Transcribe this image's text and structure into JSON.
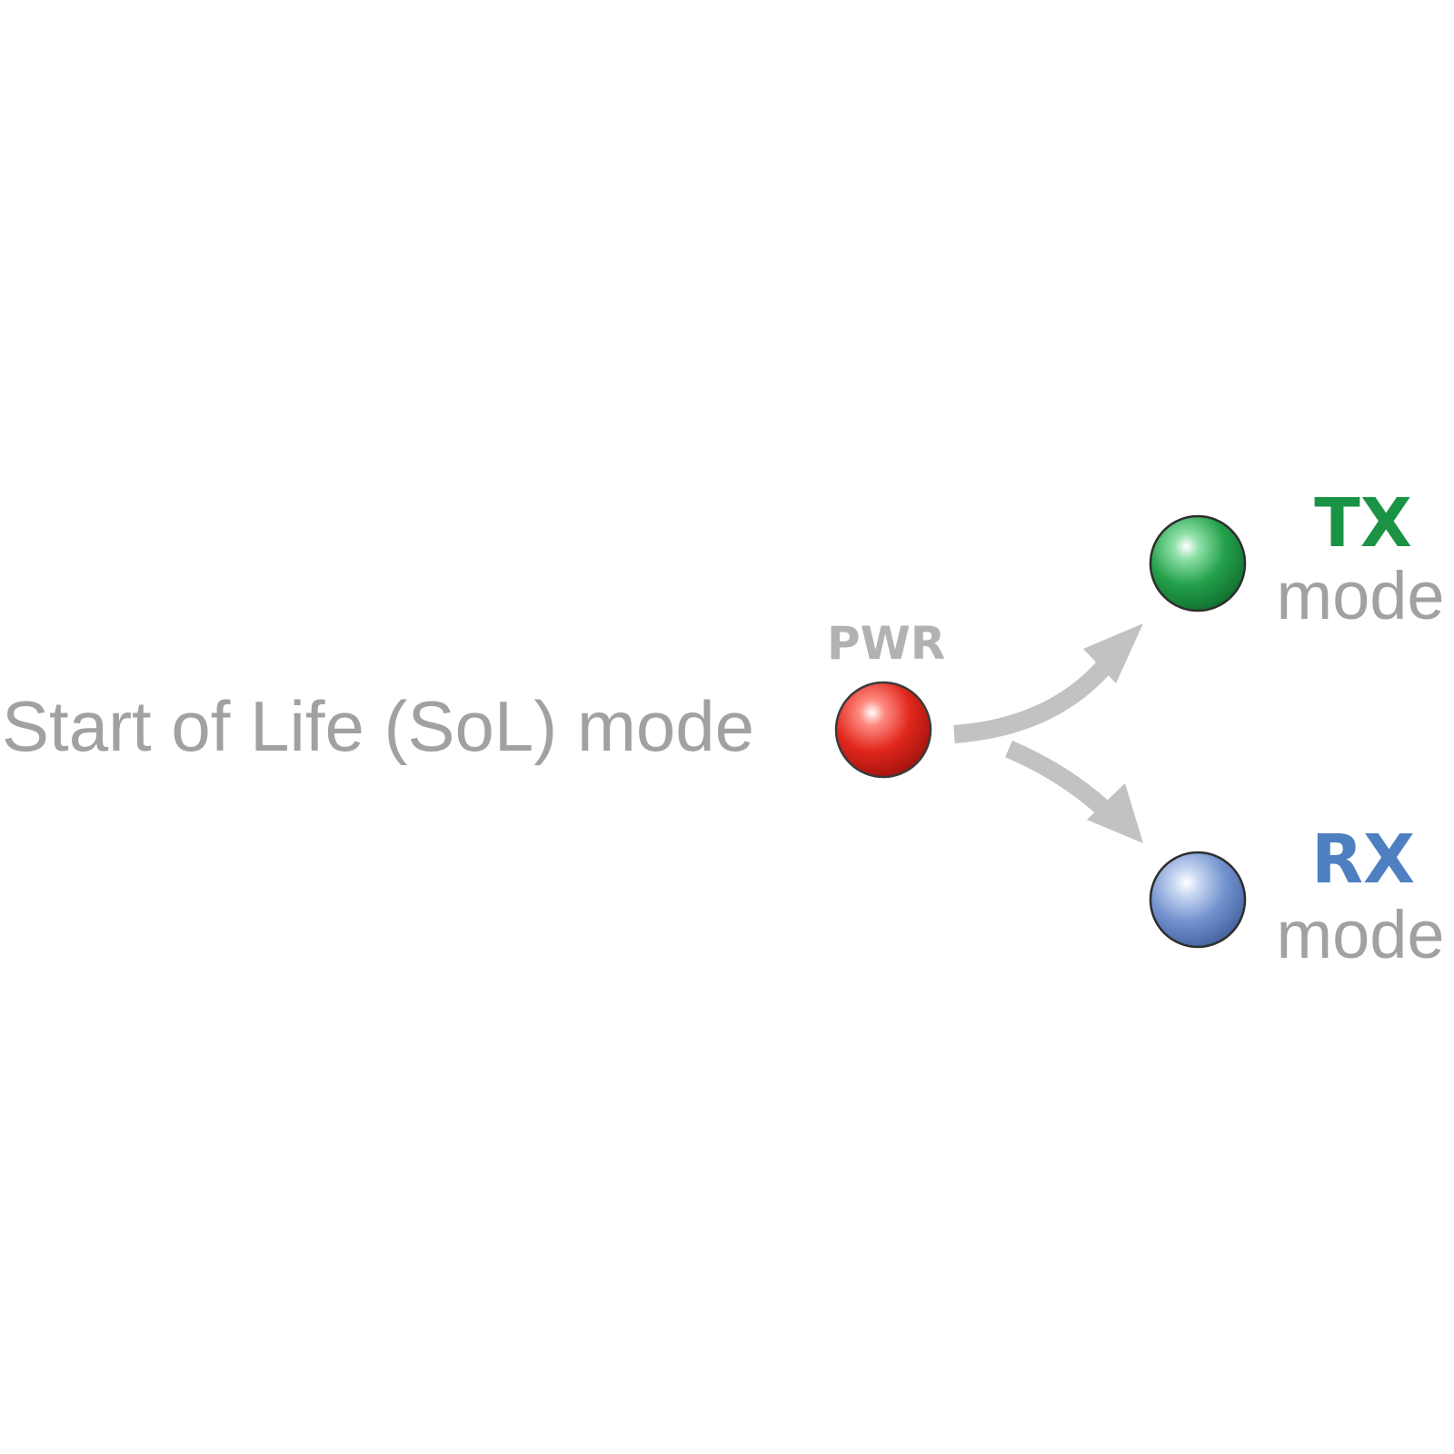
{
  "labels": {
    "start_mode": "Start of Life (SoL) mode",
    "pwr": "PWR",
    "tx_title": "TX",
    "tx_sub": "mode",
    "rx_title": "RX",
    "rx_sub": "mode"
  },
  "colors": {
    "background": "#ffffff",
    "text_gray": "#9fa1a3",
    "arrow_gray": "#c0c2c4",
    "pwr_led": "#d8251d",
    "tx_led": "#1f9a45",
    "rx_led": "#6d8fcc",
    "tx_text": "#1a9444",
    "rx_text": "#4e7fc0"
  },
  "icons": {
    "pwr": "red-led-icon",
    "tx": "green-led-icon",
    "rx": "blue-led-icon",
    "arrows": "curved-arrow-icon"
  }
}
